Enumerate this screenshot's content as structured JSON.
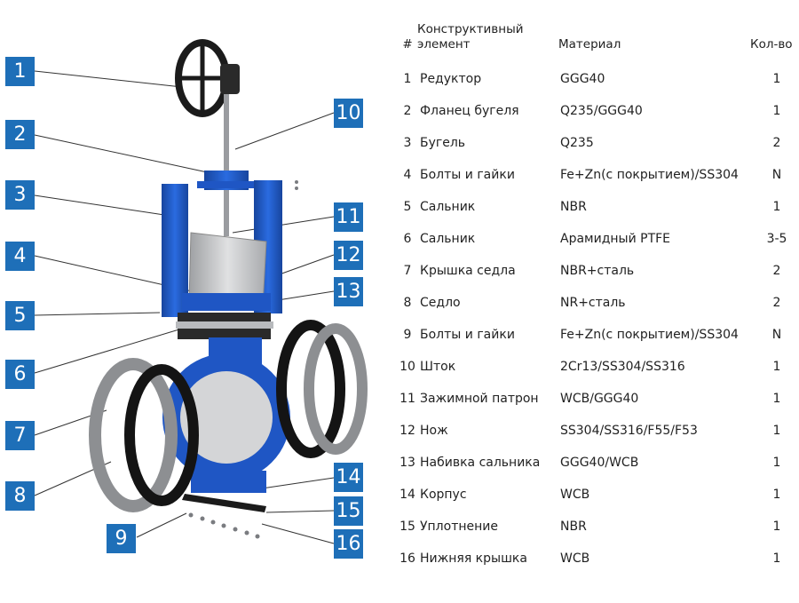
{
  "table": {
    "headers": {
      "num": "#",
      "element_line1": "Конструктивный",
      "element_line2": "элемент",
      "material": "Материал",
      "qty": "Кол-во"
    },
    "rows": [
      {
        "num": "1",
        "element": "Редуктор",
        "material": "GGG40",
        "qty": "1"
      },
      {
        "num": "2",
        "element": "Фланец бугеля",
        "material": "Q235/GGG40",
        "qty": "1"
      },
      {
        "num": "3",
        "element": "Бугель",
        "material": "Q235",
        "qty": "2"
      },
      {
        "num": "4",
        "element": "Болты и гайки",
        "material": "Fe+Zn(с покрытием)/SS304",
        "qty": "N"
      },
      {
        "num": "5",
        "element": "Сальник",
        "material": "NBR",
        "qty": "1"
      },
      {
        "num": "6",
        "element": "Сальник",
        "material": "Арамидный PTFE",
        "qty": "3-5"
      },
      {
        "num": "7",
        "element": "Крышка седла",
        "material": "NBR+сталь",
        "qty": "2"
      },
      {
        "num": "8",
        "element": "Седло",
        "material": "NR+сталь",
        "qty": "2"
      },
      {
        "num": "9",
        "element": "Болты и гайки",
        "material": "Fe+Zn(с покрытием)/SS304",
        "qty": "N"
      },
      {
        "num": "10",
        "element": "Шток",
        "material": "2Cr13/SS304/SS316",
        "qty": "1"
      },
      {
        "num": "11",
        "element": "Зажимной патрон",
        "material": "WCB/GGG40",
        "qty": "1"
      },
      {
        "num": "12",
        "element": "Нож",
        "material": "SS304/SS316/F55/F53",
        "qty": "1"
      },
      {
        "num": "13",
        "element": "Набивка сальника",
        "material": "GGG40/WCB",
        "qty": "1"
      },
      {
        "num": "14",
        "element": "Корпус",
        "material": "WCB",
        "qty": "1"
      },
      {
        "num": "15",
        "element": "Уплотнение",
        "material": "NBR",
        "qty": "1"
      },
      {
        "num": "16",
        "element": "Нижняя крышка",
        "material": "WCB",
        "qty": "1"
      }
    ]
  },
  "callouts": [
    "1",
    "2",
    "3",
    "4",
    "5",
    "6",
    "7",
    "8",
    "9",
    "10",
    "11",
    "12",
    "13",
    "14",
    "15",
    "16"
  ],
  "colors": {
    "callout": "#1e6fb8",
    "valve_blue": "#1f56c4",
    "gate_grey": "#c9cacb",
    "rubber": "#1a1a1a"
  }
}
